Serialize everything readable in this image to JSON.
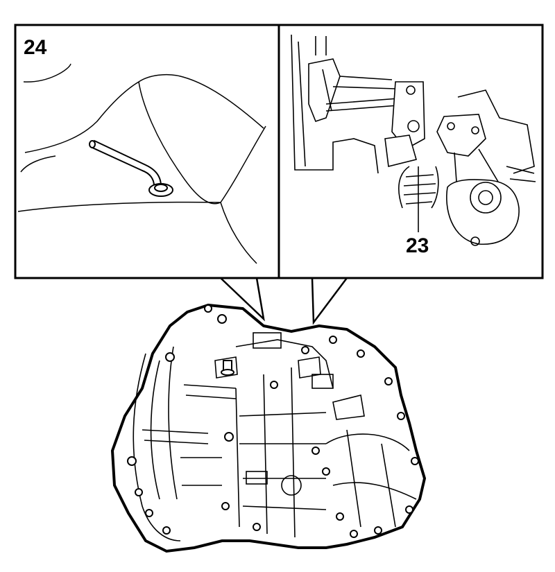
{
  "figure": {
    "panel_left": {
      "label": "24",
      "depicts": "vent-tube-closeup"
    },
    "panel_right": {
      "label": "23",
      "depicts": "shift-linkage-closeup"
    },
    "main_subject": "manual-transmission-gearbox"
  },
  "colors": {
    "ink": "#000000",
    "paper": "#ffffff"
  }
}
